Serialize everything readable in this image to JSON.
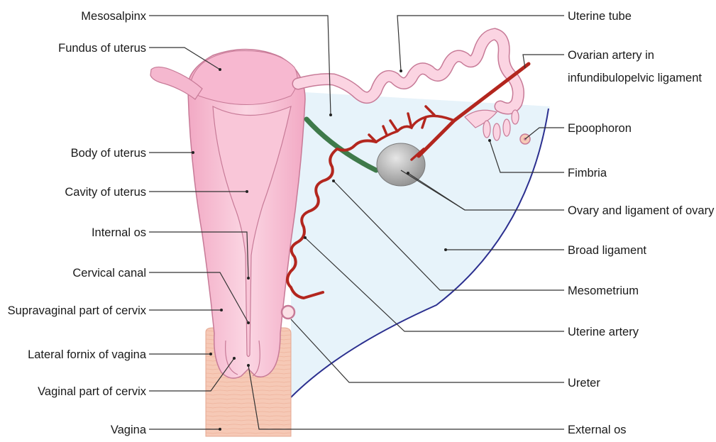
{
  "labels": {
    "mesosalpinx": "Mesosalpinx",
    "fundus": "Fundus of uterus",
    "body": "Body of uterus",
    "cavity": "Cavity of uterus",
    "internal_os": "Internal os",
    "cervical_canal": "Cervical canal",
    "supravaginal": "Supravaginal part of cervix",
    "lateral_fornix": "Lateral fornix of vagina",
    "vaginal_part": "Vaginal part of cervix",
    "vagina": "Vagina",
    "uterine_tube": "Uterine tube",
    "ovarian_artery_1": "Ovarian artery in",
    "ovarian_artery_2": "infundibulopelvic ligament",
    "epoophoron": "Epoophoron",
    "fimbria": "Fimbria",
    "ovary": "Ovary and ligament of ovary",
    "broad_ligament": "Broad ligament",
    "mesometrium": "Mesometrium",
    "uterine_artery": "Uterine artery",
    "ureter": "Ureter",
    "external_os": "External os"
  },
  "colors": {
    "uterus_fill": "#f5b8cf",
    "uterus_light": "#fbd4e2",
    "uterus_stroke": "#c77a97",
    "vagina_fill": "#f6c9b6",
    "broad_ligament_fill": "#e7f3fa",
    "broad_ligament_edge": "#2b2f8f",
    "artery": "#b3261e",
    "ovary": "#b9b9b9",
    "round_ligament": "#3f7a4a"
  }
}
